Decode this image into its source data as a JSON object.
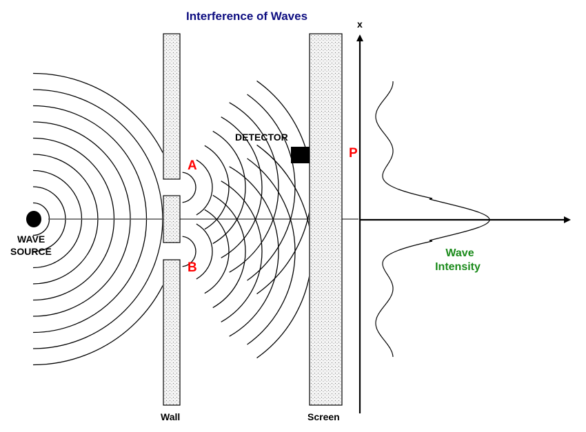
{
  "title": "Interference of Waves",
  "labels": {
    "wave_source_line1": "WAVE",
    "wave_source_line2": "SOURCE",
    "wall": "Wall",
    "screen": "Screen",
    "detector": "DETECTOR",
    "slit_a": "A",
    "slit_b": "B",
    "point_p": "P",
    "axis_x": "x",
    "intensity_line1": "Wave",
    "intensity_line2": "Intensity"
  },
  "colors": {
    "title": "#0d0d80",
    "point_labels": "#ff0000",
    "intensity_label": "#1a8a1a",
    "lines": "#000000",
    "barrier_fill": "#f2f2f2"
  }
}
